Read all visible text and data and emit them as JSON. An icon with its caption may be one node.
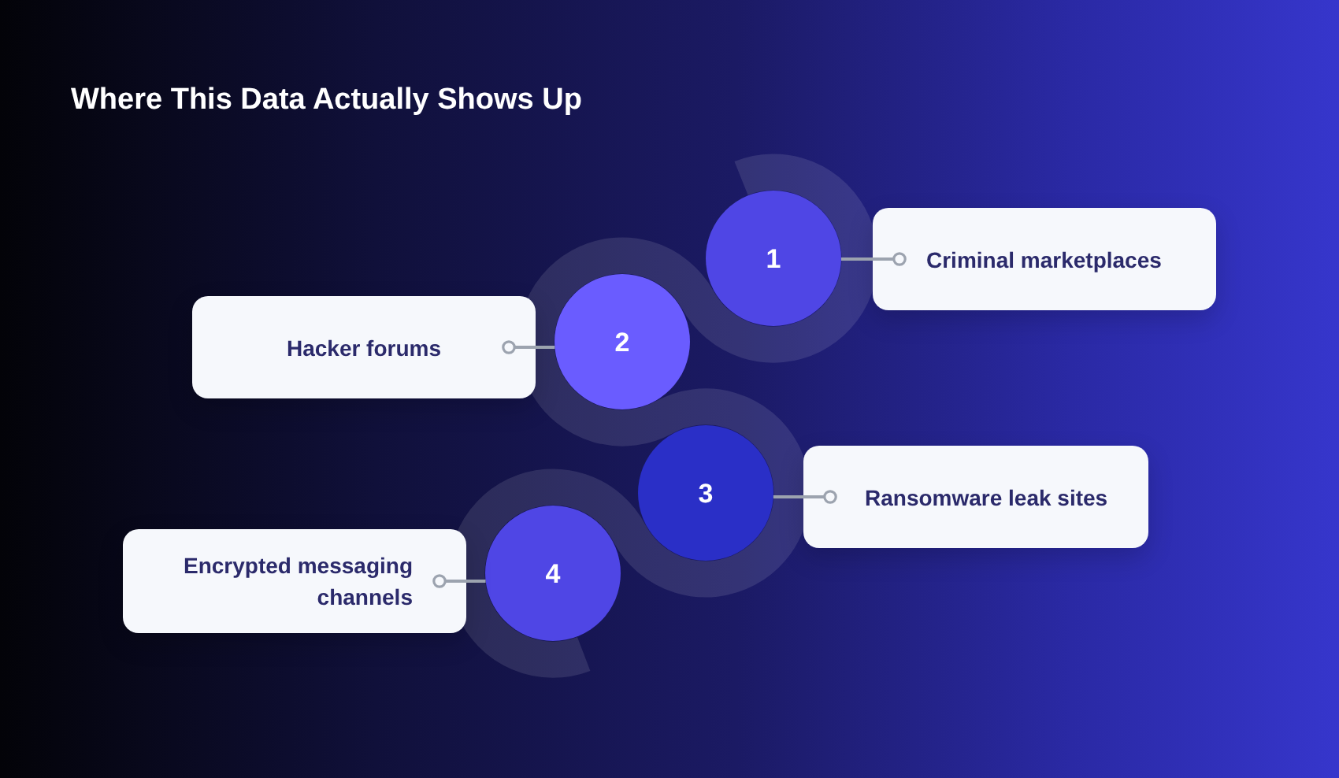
{
  "diagram": {
    "title": "Where This Data Actually Shows Up",
    "nodes": [
      {
        "text": [
          "1"
        ]
      },
      {
        "text": [
          "Criminal marketplaces"
        ]
      },
      {
        "text": [
          "2"
        ]
      },
      {
        "text": [
          "Hacker forums"
        ]
      },
      {
        "text": [
          "3"
        ]
      },
      {
        "text": [
          "Ransomware leak sites"
        ]
      },
      {
        "text": [
          "4"
        ]
      },
      {
        "text": [
          "Encrypted messaging channels"
        ]
      }
    ],
    "edges": [
      {
        "from": 0,
        "to": 1,
        "arrow": "other"
      },
      {
        "from": 2,
        "to": 3,
        "arrow": "other"
      },
      {
        "from": 4,
        "to": 5,
        "arrow": "other"
      },
      {
        "from": 6,
        "to": 7,
        "arrow": "other"
      }
    ]
  }
}
